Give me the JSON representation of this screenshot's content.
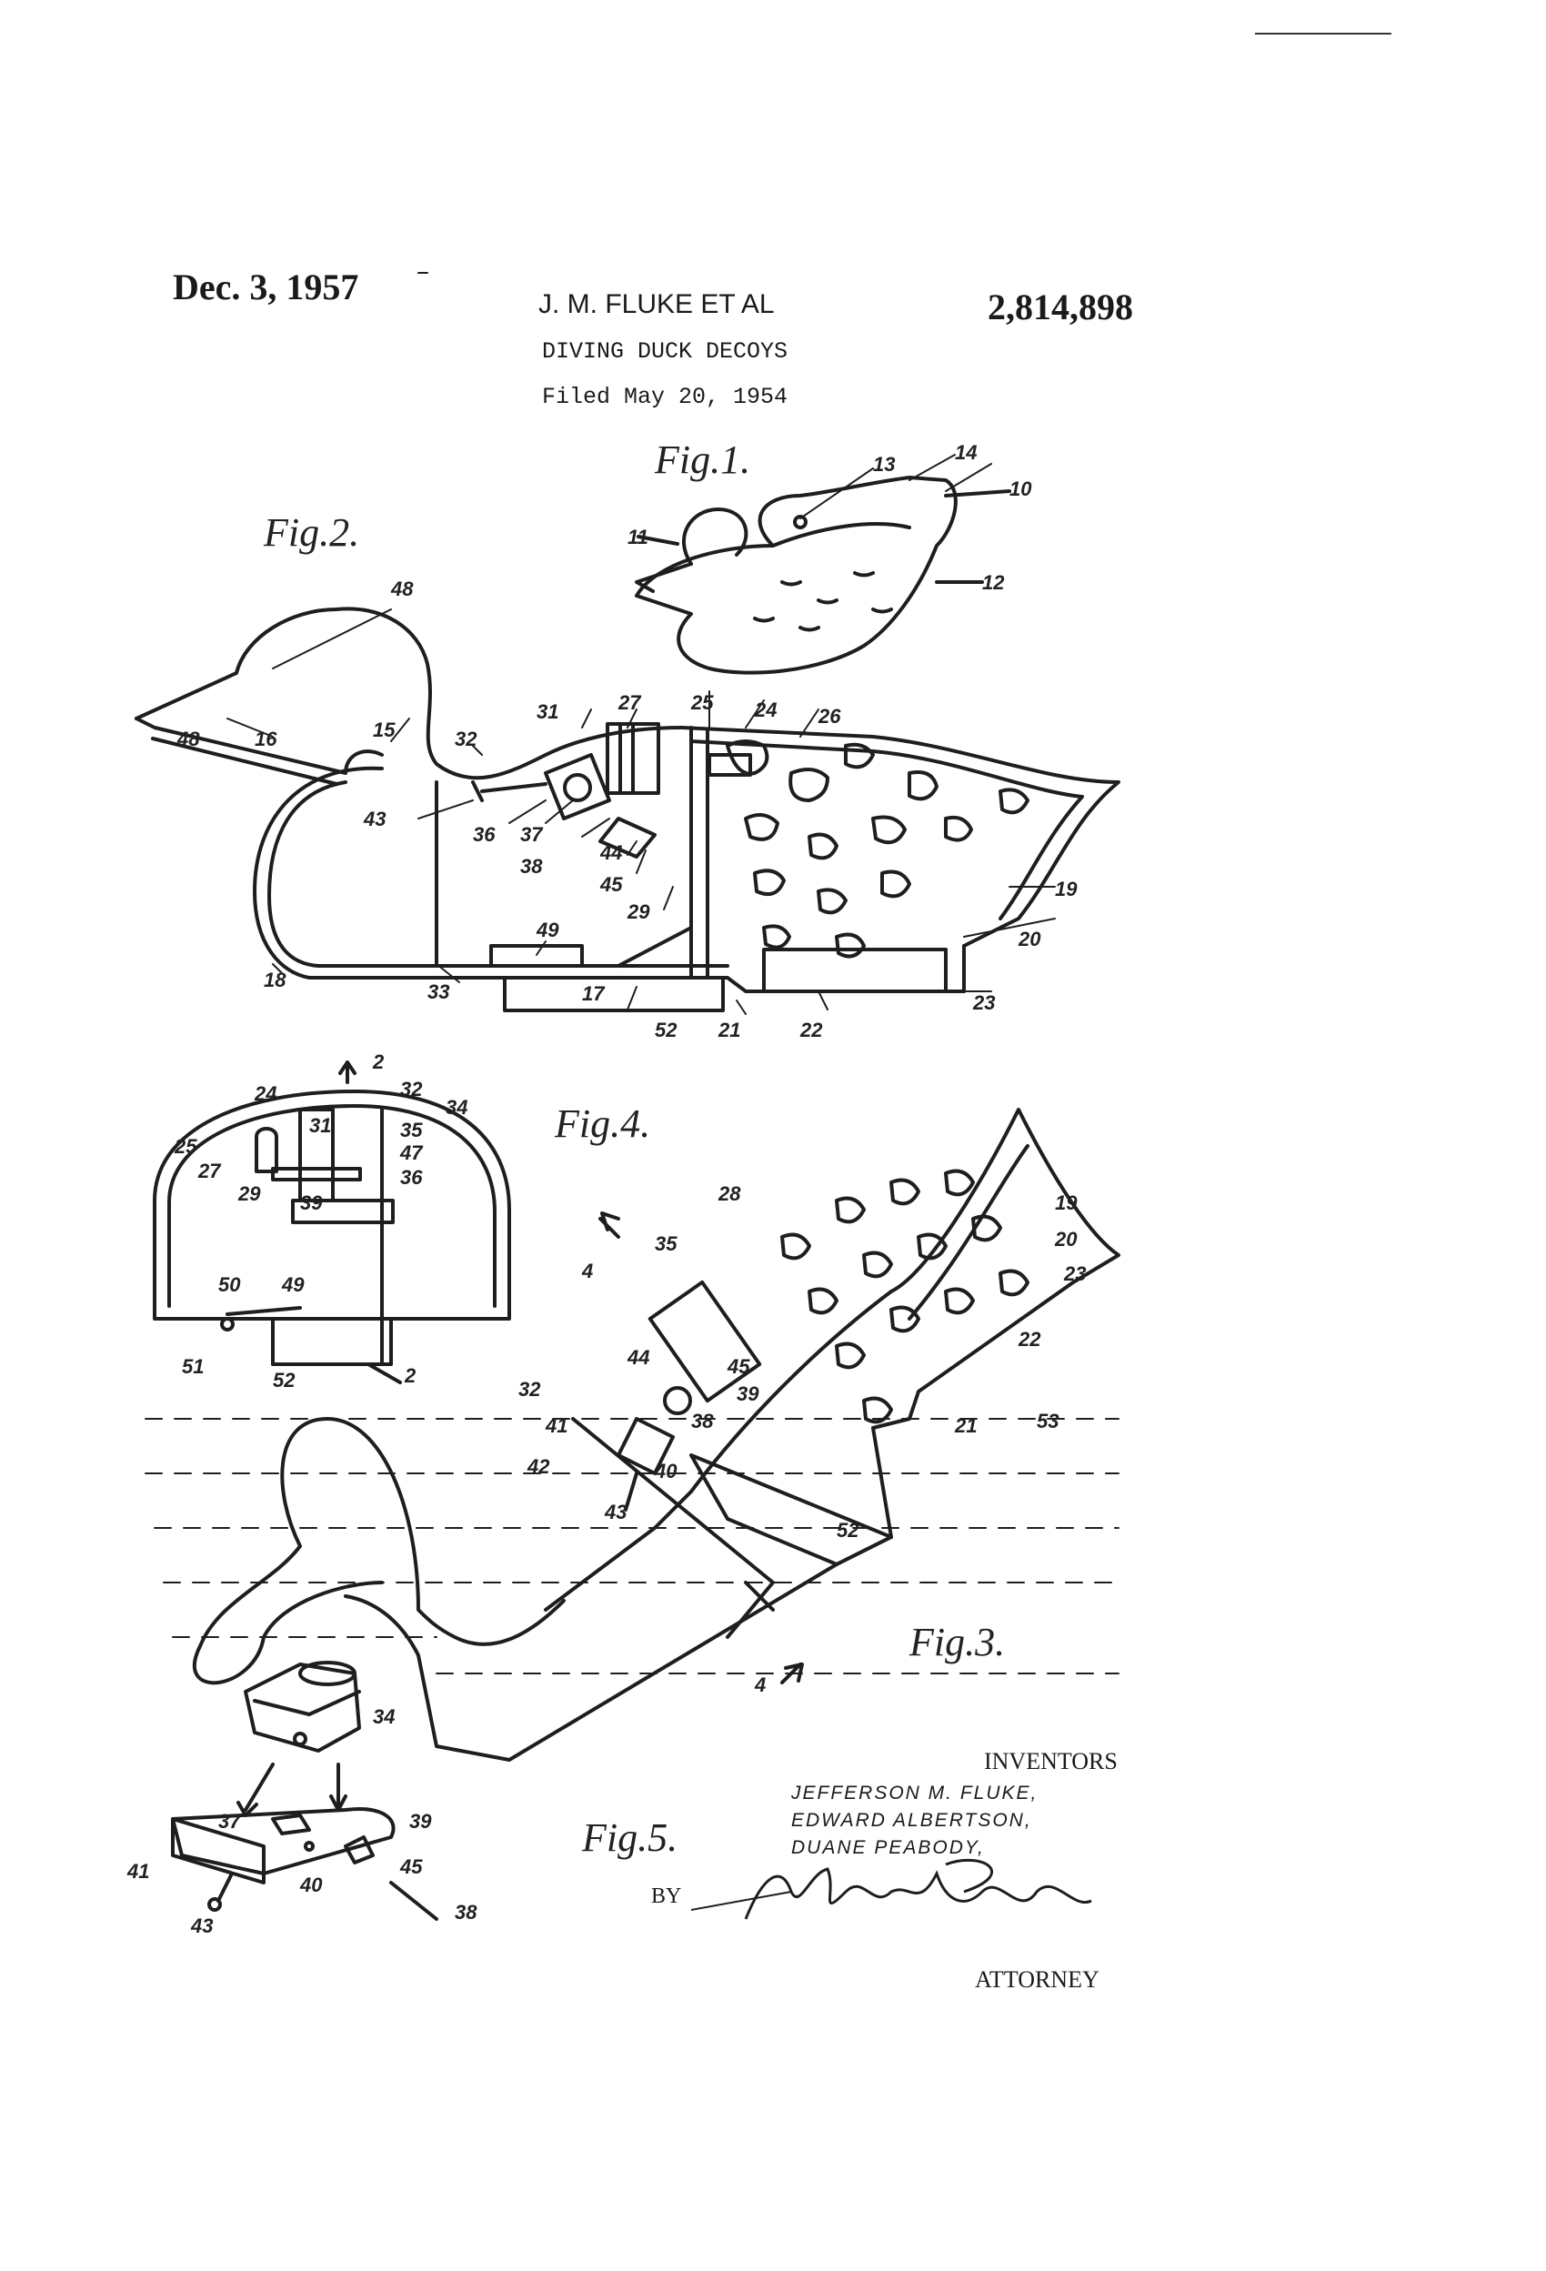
{
  "header": {
    "date": "Dec. 3, 1957",
    "inventors_short": "J. M. FLUKE ET AL",
    "patent_number": "2,814,898",
    "title": "DIVING DUCK DECOYS",
    "filed": "Filed May 20, 1954"
  },
  "figures": {
    "fig1": "Fig.1.",
    "fig2": "Fig.2.",
    "fig3": "Fig.3.",
    "fig4": "Fig.4.",
    "fig5": "Fig.5."
  },
  "reference_numerals": {
    "fig1": [
      "10",
      "11",
      "12",
      "13",
      "14"
    ],
    "fig2": [
      "48",
      "48",
      "16",
      "15",
      "32",
      "31",
      "27",
      "25",
      "24",
      "26",
      "43",
      "36",
      "37",
      "38",
      "44",
      "45",
      "29",
      "19",
      "20",
      "49",
      "18",
      "33",
      "17",
      "52",
      "21",
      "22",
      "23"
    ],
    "fig4": [
      "2",
      "24",
      "32",
      "34",
      "31",
      "35",
      "25",
      "47",
      "27",
      "36",
      "29",
      "39",
      "50",
      "49",
      "51",
      "52",
      "2"
    ],
    "fig3": [
      "28",
      "19",
      "20",
      "4",
      "35",
      "23",
      "22",
      "44",
      "45",
      "32",
      "39",
      "41",
      "38",
      "21",
      "53",
      "40",
      "42",
      "43",
      "52",
      "4"
    ],
    "fig5": [
      "34",
      "37",
      "39",
      "41",
      "45",
      "40",
      "43",
      "38"
    ]
  },
  "signature_block": {
    "inventors_label": "INVENTORS",
    "names": [
      "JEFFERSON M. FLUKE,",
      "EDWARD ALBERTSON,",
      "DUANE PEABODY,"
    ],
    "by_label": "BY",
    "signature": "Miles S. Pillars",
    "attorney_label": "ATTORNEY"
  }
}
